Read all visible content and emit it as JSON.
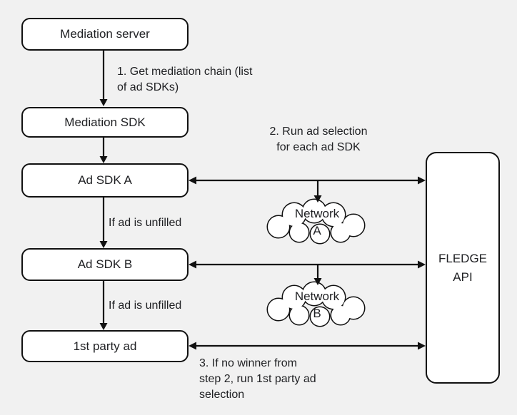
{
  "colors": {
    "background": "#f1f1f1",
    "box_fill": "#ffffff",
    "line": "#000000",
    "text": "#202124"
  },
  "nodes": {
    "mediation_server": "Mediation server",
    "mediation_sdk": "Mediation SDK",
    "ad_sdk_a": "Ad SDK A",
    "ad_sdk_b": "Ad SDK B",
    "first_party_ad": "1st party ad",
    "fledge_api": "FLEDGE\nAPI"
  },
  "clouds": {
    "network_a": "Network\nA",
    "network_b": "Network\nB"
  },
  "annotations": {
    "step1": "1. Get mediation chain (list\nof ad SDKs)",
    "step2": "2. Run ad selection\nfor each ad SDK",
    "unfilled_a": "If ad is unfilled",
    "unfilled_b": "If ad is unfilled",
    "step3": "3. If no winner from\nstep 2, run 1st party ad\nselection"
  }
}
